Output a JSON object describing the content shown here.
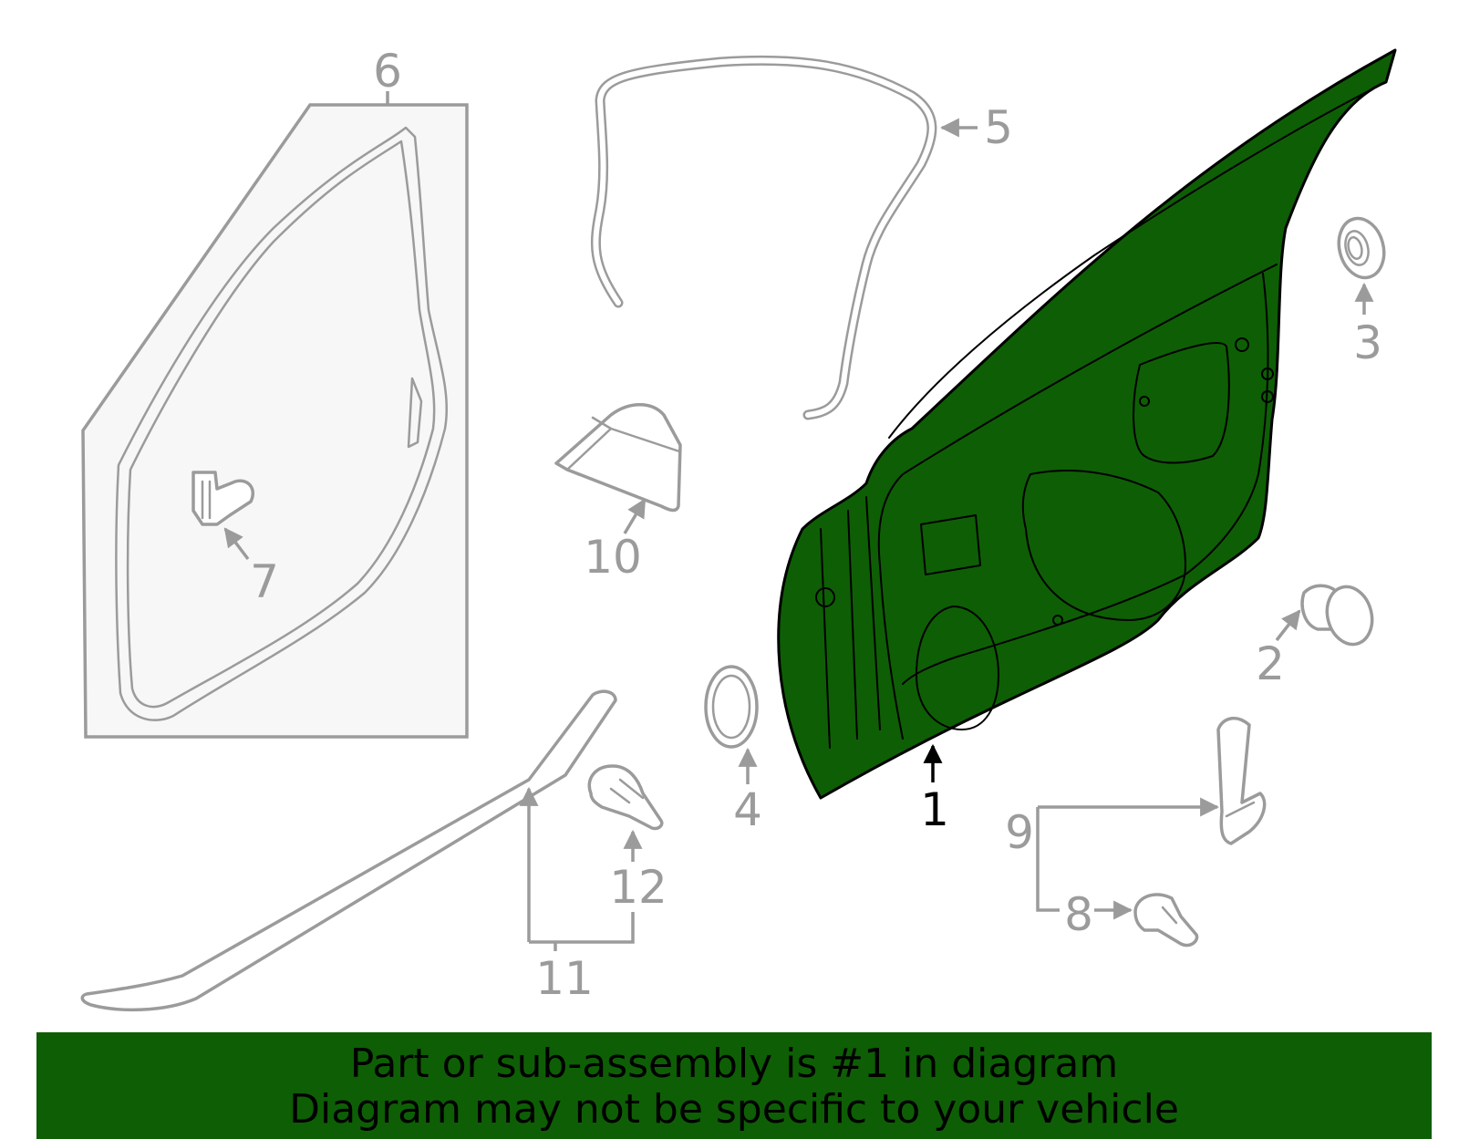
{
  "colors": {
    "highlight": "#0e5e05",
    "part_outline": "#9b9b9b",
    "panel_fill": "#f7f7f7"
  },
  "highlighted_part": "1",
  "callouts": {
    "c1": "1",
    "c2": "2",
    "c3": "3",
    "c4": "4",
    "c5": "5",
    "c6": "6",
    "c7": "7",
    "c8": "8",
    "c9": "9",
    "c10": "10",
    "c11": "11",
    "c12": "12"
  },
  "footer": {
    "line1": "Part or sub-assembly is #1 in diagram",
    "line2": "Diagram may not be specific to your vehicle"
  }
}
